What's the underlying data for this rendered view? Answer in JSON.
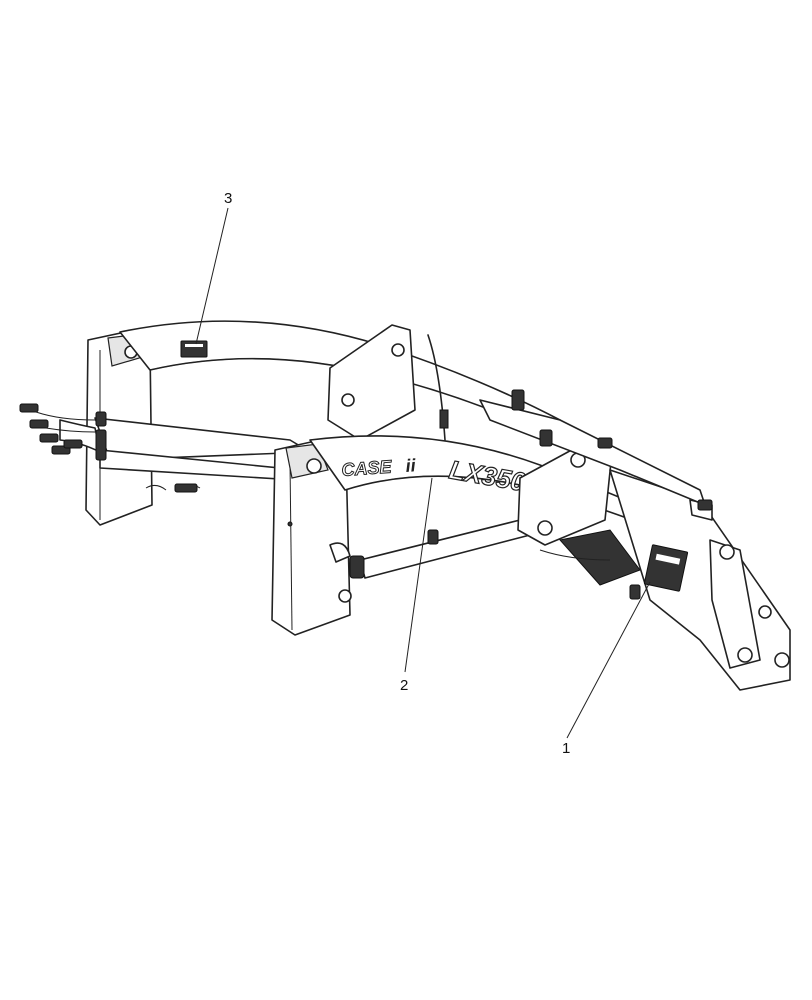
{
  "diagram": {
    "callouts": [
      {
        "id": "1",
        "label": "1"
      },
      {
        "id": "2",
        "label": "2"
      },
      {
        "id": "3",
        "label": "3"
      }
    ],
    "decal_brand": "CASE",
    "decal_brand_mark": "ii",
    "decal_model": "LX350"
  }
}
